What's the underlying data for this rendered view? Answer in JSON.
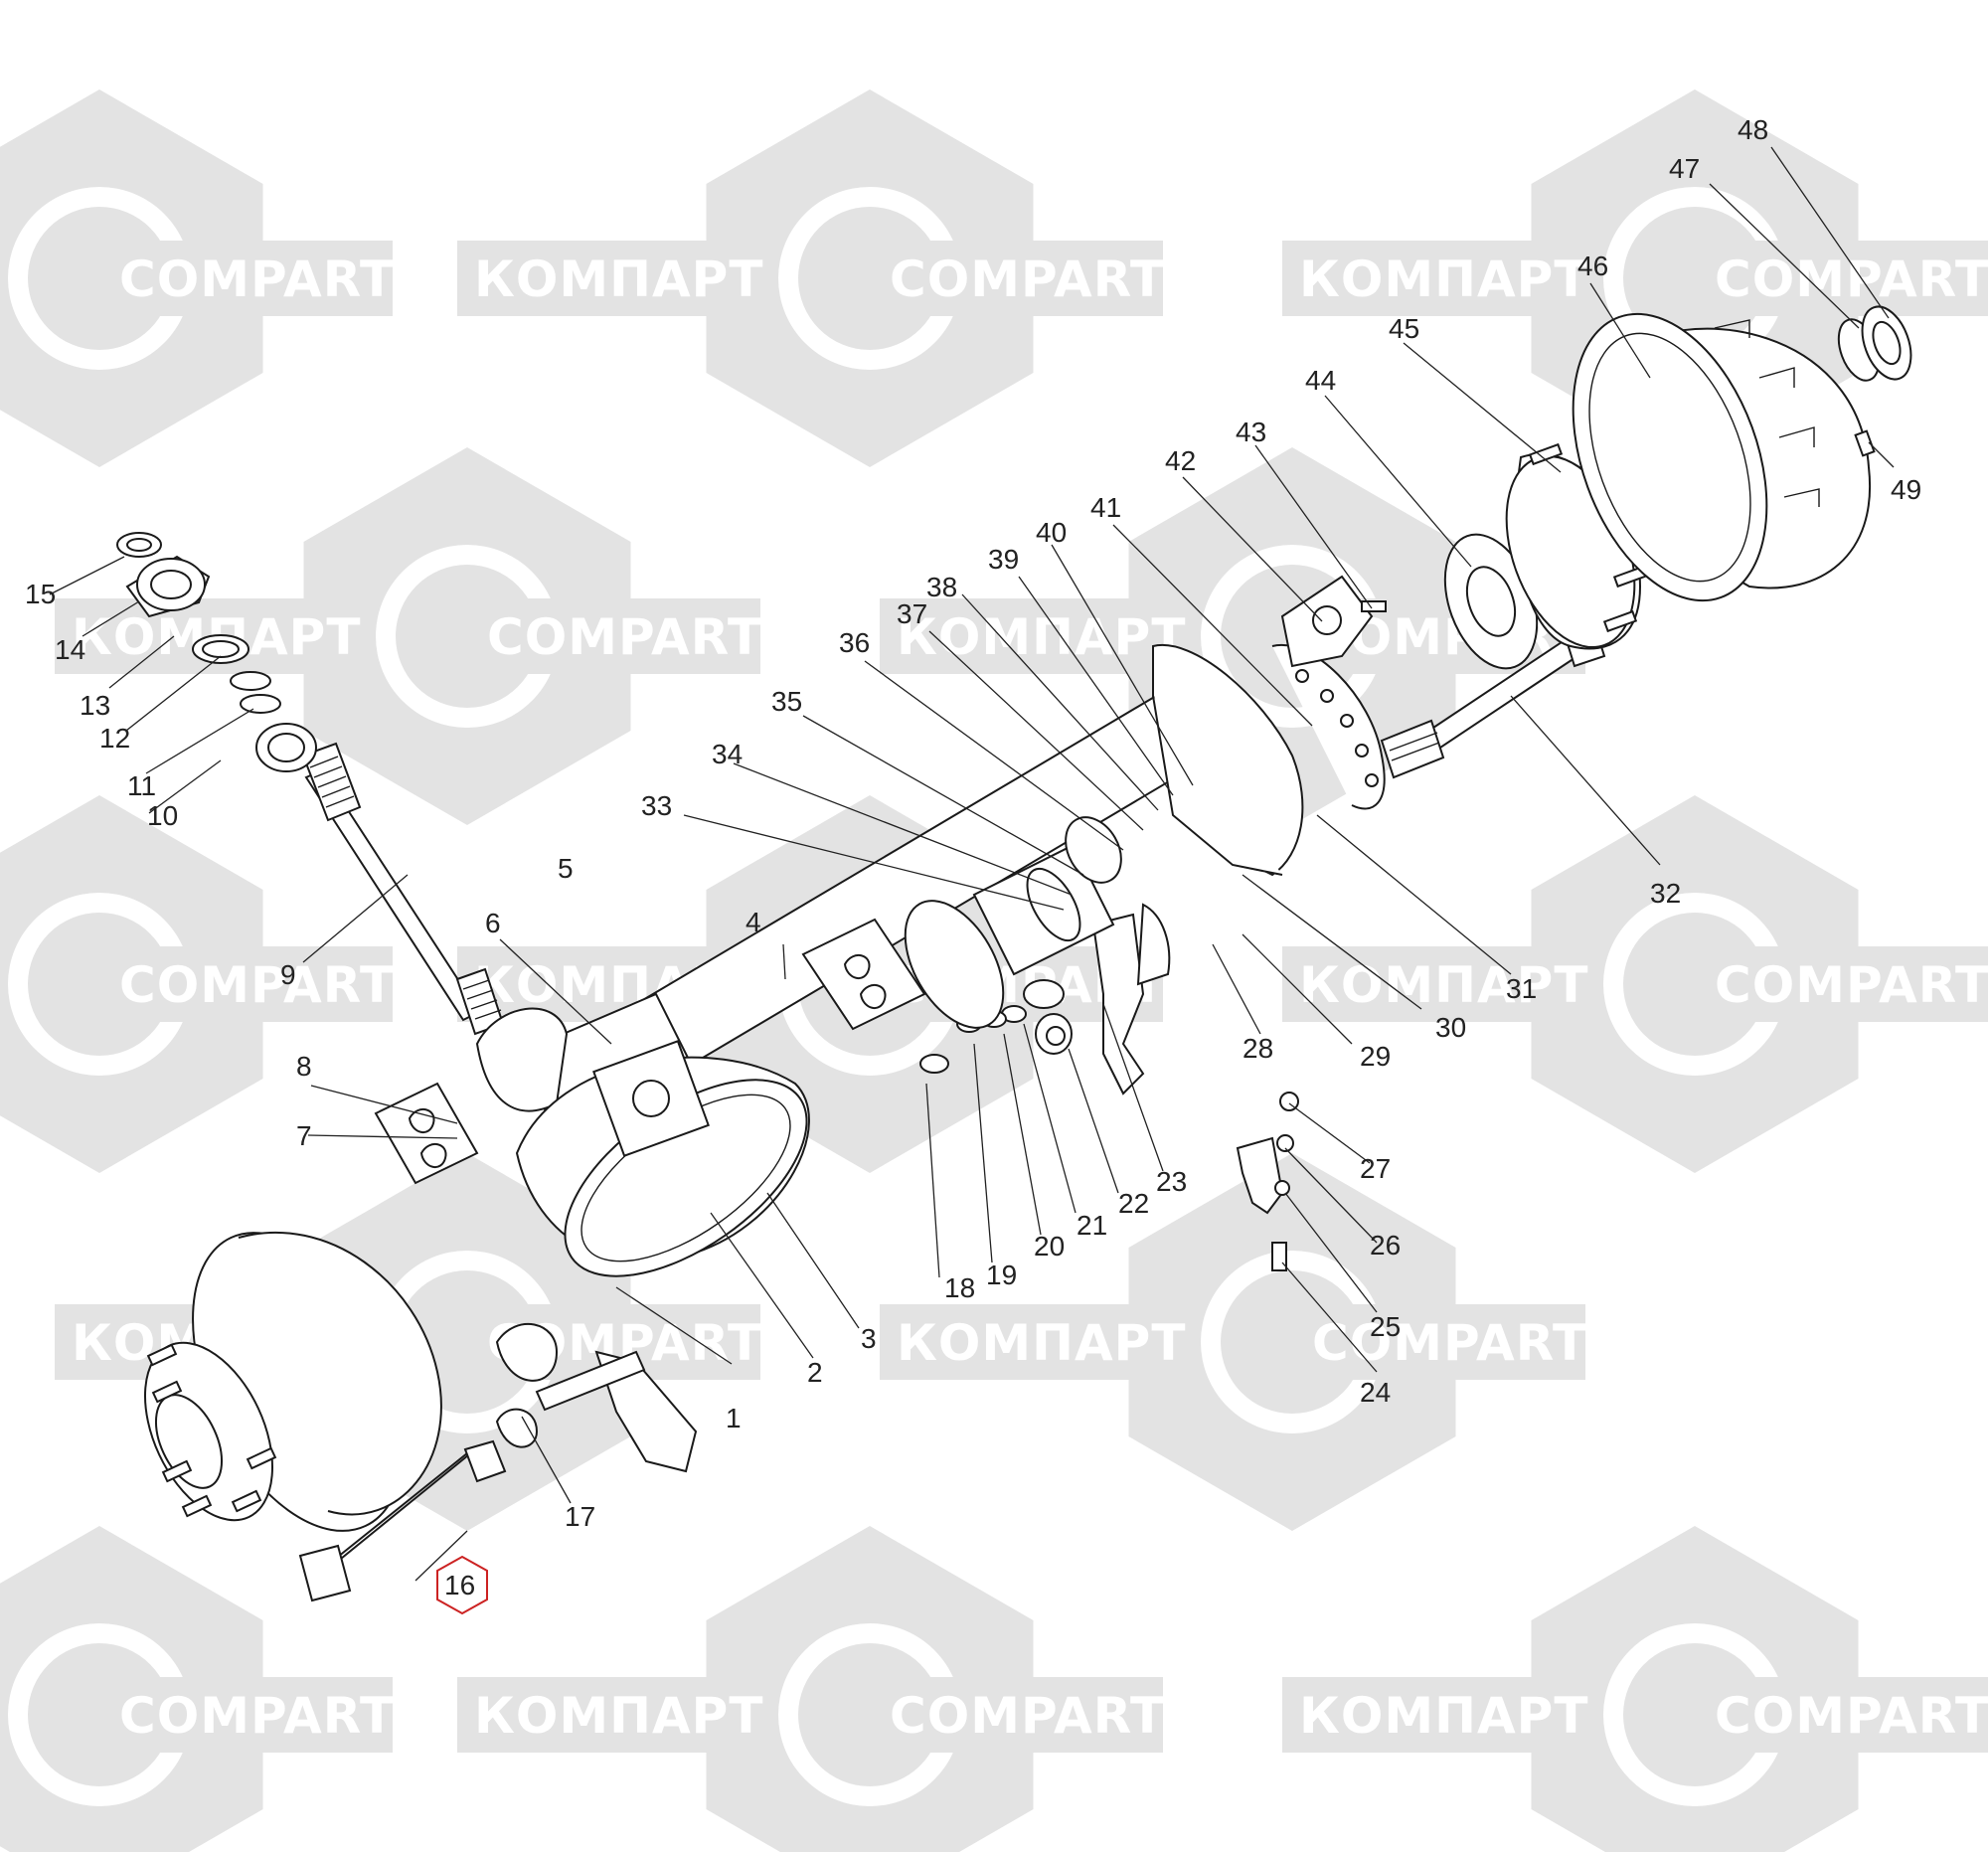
{
  "watermark": {
    "brand_latin": "COMPART",
    "brand_cyrillic": "КОМПАРТ",
    "color": "#e3e3e3"
  },
  "highlight": {
    "part": "16",
    "color": "#cc2222"
  },
  "labels": [
    {
      "id": "1",
      "text": "1"
    },
    {
      "id": "2",
      "text": "2"
    },
    {
      "id": "3",
      "text": "3"
    },
    {
      "id": "4",
      "text": "4"
    },
    {
      "id": "5",
      "text": "5"
    },
    {
      "id": "6",
      "text": "6"
    },
    {
      "id": "7",
      "text": "7"
    },
    {
      "id": "8",
      "text": "8"
    },
    {
      "id": "9",
      "text": "9"
    },
    {
      "id": "10",
      "text": "10"
    },
    {
      "id": "11",
      "text": "11"
    },
    {
      "id": "12",
      "text": "12"
    },
    {
      "id": "13",
      "text": "13"
    },
    {
      "id": "14",
      "text": "14"
    },
    {
      "id": "15",
      "text": "15"
    },
    {
      "id": "16",
      "text": "16"
    },
    {
      "id": "17",
      "text": "17"
    },
    {
      "id": "18",
      "text": "18"
    },
    {
      "id": "19",
      "text": "19"
    },
    {
      "id": "20",
      "text": "20"
    },
    {
      "id": "21",
      "text": "21"
    },
    {
      "id": "22",
      "text": "22"
    },
    {
      "id": "23",
      "text": "23"
    },
    {
      "id": "24",
      "text": "24"
    },
    {
      "id": "25",
      "text": "25"
    },
    {
      "id": "26",
      "text": "26"
    },
    {
      "id": "27",
      "text": "27"
    },
    {
      "id": "28",
      "text": "28"
    },
    {
      "id": "29",
      "text": "29"
    },
    {
      "id": "30",
      "text": "30"
    },
    {
      "id": "31",
      "text": "31"
    },
    {
      "id": "32",
      "text": "32"
    },
    {
      "id": "33",
      "text": "33"
    },
    {
      "id": "34",
      "text": "34"
    },
    {
      "id": "35",
      "text": "35"
    },
    {
      "id": "36",
      "text": "36"
    },
    {
      "id": "37",
      "text": "37"
    },
    {
      "id": "38",
      "text": "38"
    },
    {
      "id": "39",
      "text": "39"
    },
    {
      "id": "40",
      "text": "40"
    },
    {
      "id": "41",
      "text": "41"
    },
    {
      "id": "42",
      "text": "42"
    },
    {
      "id": "43",
      "text": "43"
    },
    {
      "id": "44",
      "text": "44"
    },
    {
      "id": "45",
      "text": "45"
    },
    {
      "id": "46",
      "text": "46"
    },
    {
      "id": "47",
      "text": "47"
    },
    {
      "id": "48",
      "text": "48"
    },
    {
      "id": "49",
      "text": "49"
    }
  ]
}
